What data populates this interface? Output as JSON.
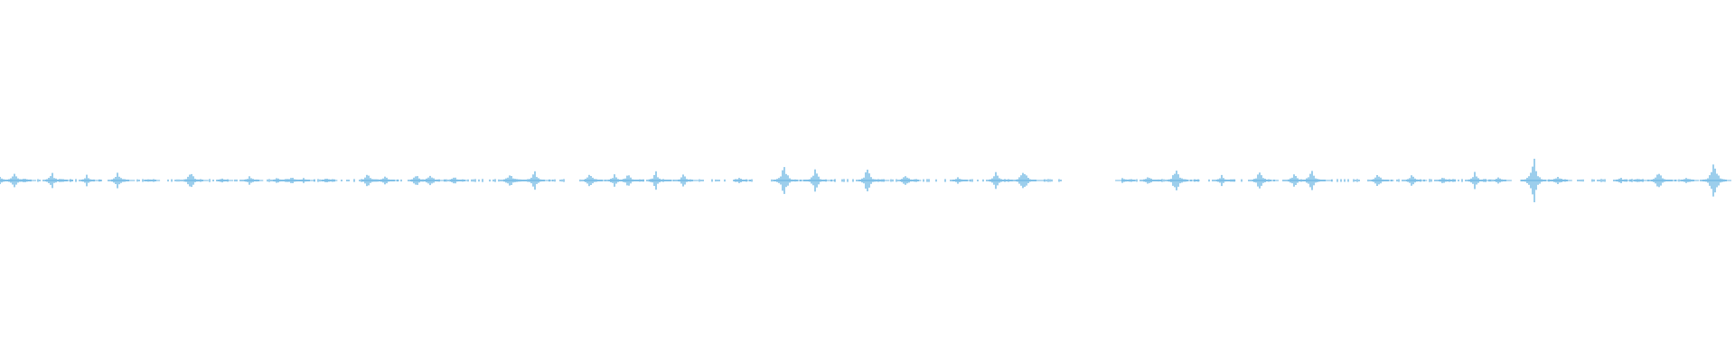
{
  "waveform": {
    "color": "#5aaee0",
    "background": "#ffffff",
    "peaks": [
      [
        0.0,
        0.1
      ],
      [
        0.008,
        0.22
      ],
      [
        0.014,
        0.08
      ],
      [
        0.03,
        0.2
      ],
      [
        0.036,
        0.05
      ],
      [
        0.05,
        0.14
      ],
      [
        0.068,
        0.22
      ],
      [
        0.086,
        0.05
      ],
      [
        0.11,
        0.24
      ],
      [
        0.128,
        0.06
      ],
      [
        0.144,
        0.12
      ],
      [
        0.16,
        0.08
      ],
      [
        0.168,
        0.1
      ],
      [
        0.175,
        0.07
      ],
      [
        0.188,
        0.06
      ],
      [
        0.212,
        0.18
      ],
      [
        0.222,
        0.14
      ],
      [
        0.24,
        0.16
      ],
      [
        0.248,
        0.18
      ],
      [
        0.262,
        0.1
      ],
      [
        0.294,
        0.22
      ],
      [
        0.308,
        0.26
      ],
      [
        0.34,
        0.18
      ],
      [
        0.354,
        0.16
      ],
      [
        0.362,
        0.2
      ],
      [
        0.378,
        0.24
      ],
      [
        0.394,
        0.16
      ],
      [
        0.426,
        0.08
      ],
      [
        0.452,
        0.48
      ],
      [
        0.47,
        0.3
      ],
      [
        0.5,
        0.36
      ],
      [
        0.522,
        0.18
      ],
      [
        0.552,
        0.1
      ],
      [
        0.574,
        0.22
      ],
      [
        0.59,
        0.34
      ],
      [
        0.646,
        0.14
      ],
      [
        0.662,
        0.12
      ],
      [
        0.678,
        0.4
      ],
      [
        0.704,
        0.14
      ],
      [
        0.726,
        0.28
      ],
      [
        0.746,
        0.2
      ],
      [
        0.756,
        0.3
      ],
      [
        0.794,
        0.2
      ],
      [
        0.814,
        0.16
      ],
      [
        0.832,
        0.1
      ],
      [
        0.85,
        0.2
      ],
      [
        0.864,
        0.1
      ],
      [
        0.884,
        0.7
      ],
      [
        0.898,
        0.14
      ],
      [
        0.934,
        0.08
      ],
      [
        0.944,
        0.06
      ],
      [
        0.956,
        0.28
      ],
      [
        0.972,
        0.1
      ],
      [
        0.988,
        0.6
      ]
    ],
    "gaps": [
      [
        0.612,
        0.646
      ],
      [
        0.438,
        0.444
      ],
      [
        0.64,
        0.642
      ]
    ]
  }
}
